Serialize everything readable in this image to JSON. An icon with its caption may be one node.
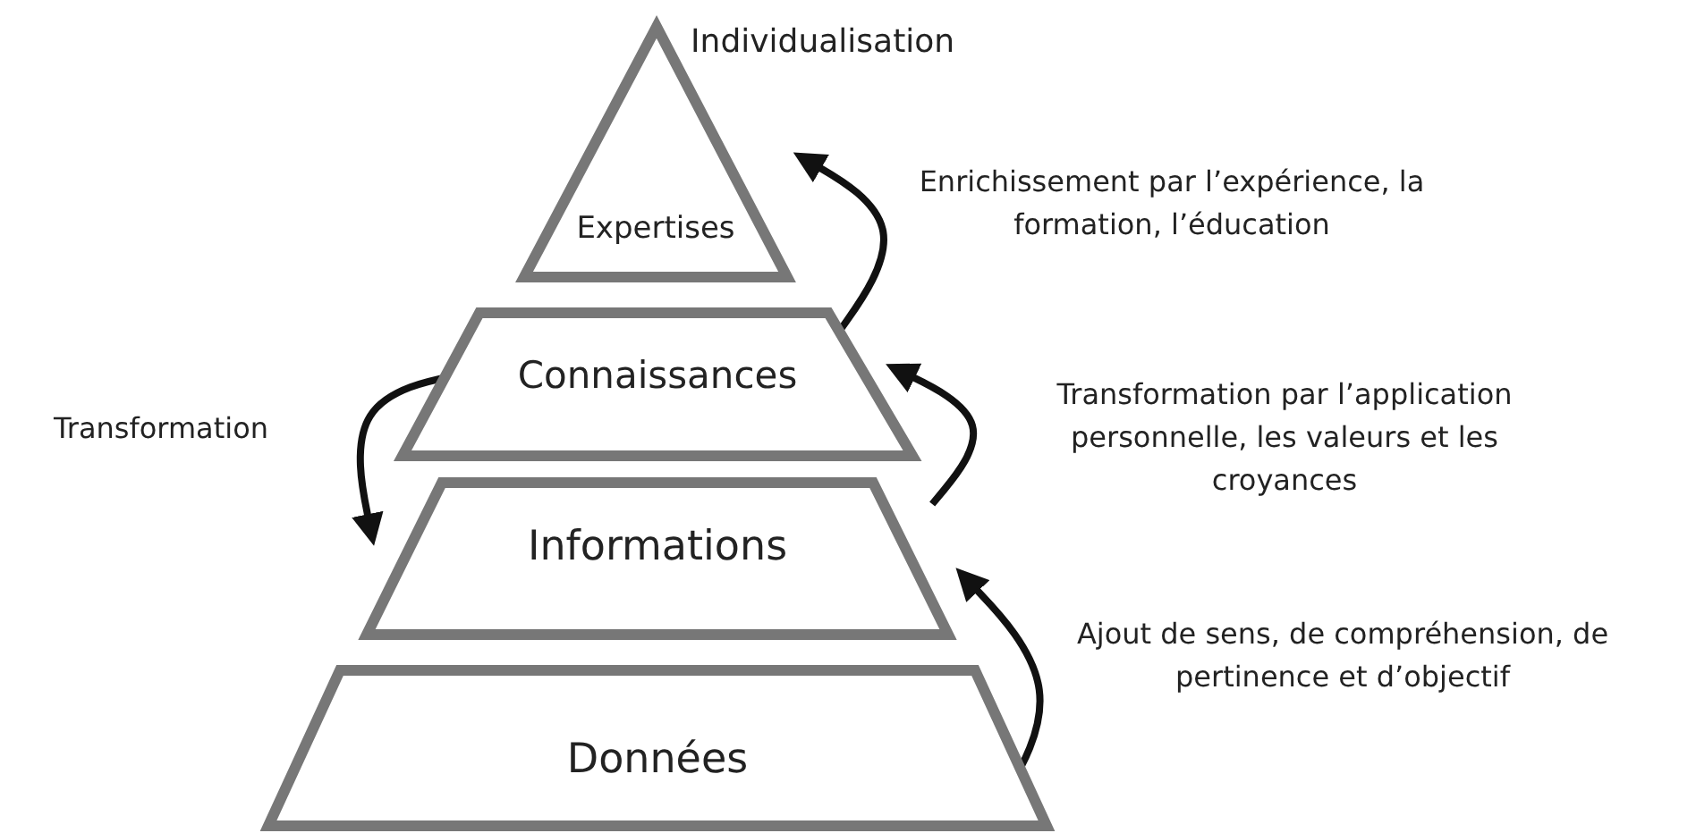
{
  "diagram": {
    "nodes": [
      {
        "text": [
          "Expertises"
        ],
        "beside": [
          "Individualisation"
        ]
      },
      {
        "text": [
          "Connaissances"
        ]
      },
      {
        "text": [
          "Informations"
        ]
      },
      {
        "text": [
          "Données"
        ]
      }
    ],
    "edges": [
      {
        "from": 3,
        "to": 2,
        "arrow": "to",
        "label": "Ajout de sens, de compréhension, de pertinence et d’objectif"
      },
      {
        "from": 2,
        "to": 1,
        "arrow": "to",
        "label": "Transformation par l’application personnelle, les valeurs et les croyances"
      },
      {
        "from": 1,
        "to": 0,
        "arrow": "to",
        "label": "Enrichissement par l’expérience, la formation, l’éducation"
      },
      {
        "from": 1,
        "to": 2,
        "arrow": "to",
        "label": "Transformation"
      }
    ]
  }
}
